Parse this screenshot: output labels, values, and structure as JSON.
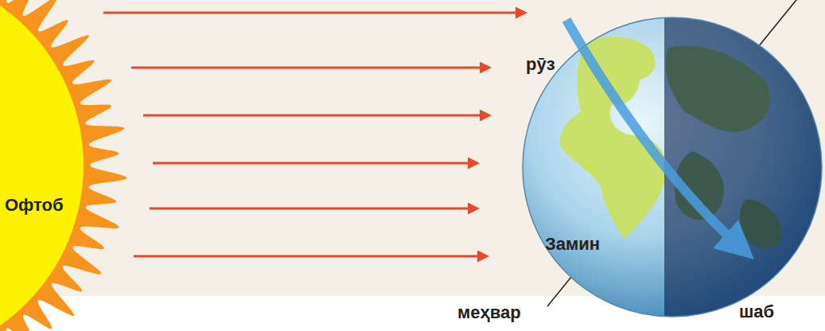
{
  "diagram": {
    "nodes": [
      {
        "text": [
          "Офтоб"
        ]
      },
      {
        "text": [
          "Замин"
        ]
      }
    ],
    "edges": [
      {
        "from": 0,
        "to": 1,
        "arrow": "to"
      },
      {
        "from": 0,
        "to": 1,
        "arrow": "to"
      },
      {
        "from": 0,
        "to": 1,
        "arrow": "to"
      },
      {
        "from": 0,
        "to": 1,
        "arrow": "to"
      },
      {
        "from": 0,
        "to": 1,
        "arrow": "to"
      },
      {
        "from": 0,
        "to": 1,
        "arrow": "to"
      }
    ],
    "labels": [
      "рӯз",
      "меҳвар",
      "шаб"
    ]
  }
}
